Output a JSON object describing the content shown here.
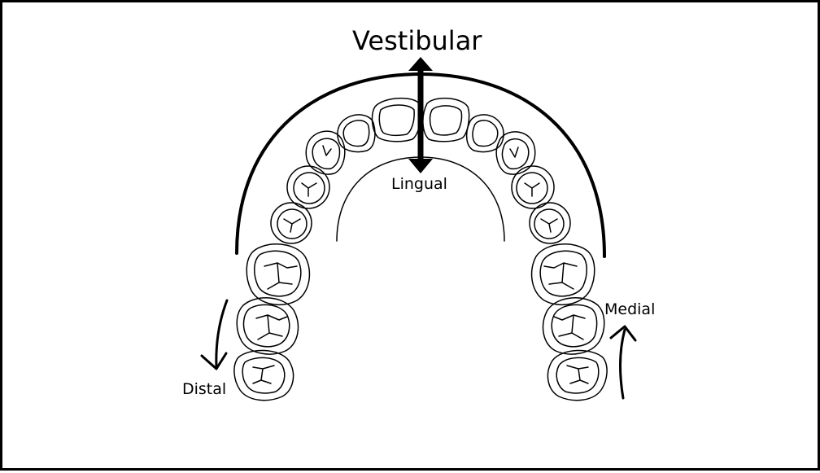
{
  "labels": {
    "vestibular": "Vestibular",
    "lingual": "Lingual",
    "distal": "Distal",
    "medial": "Medial"
  },
  "colors": {
    "stroke": "#000000",
    "background": "#ffffff"
  }
}
